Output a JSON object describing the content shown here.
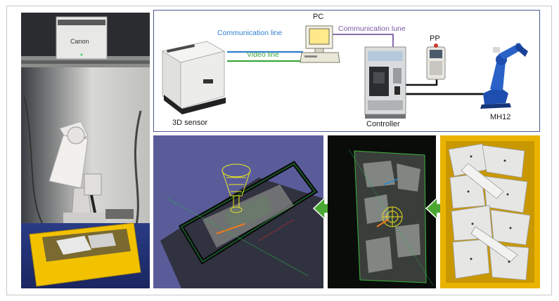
{
  "diagram": {
    "labels": {
      "pc": "PC",
      "pp": "PP",
      "communication_line": "Communication line",
      "communication_lune": "Communication lune",
      "video_line": "Video line",
      "sensor": "3D sensor",
      "controller": "Controller",
      "robot": "MH12"
    },
    "camera_brand": "Canon",
    "colors": {
      "communication": "#2f7fd0",
      "video": "#3aa638",
      "purple_line": "#7a5aa0",
      "cable": "#111111",
      "box_border": "#4a5a9a",
      "arrow": "#4aa832",
      "robot_blue": "#1e4fb0",
      "bin_yellow": "#f2c200"
    }
  }
}
